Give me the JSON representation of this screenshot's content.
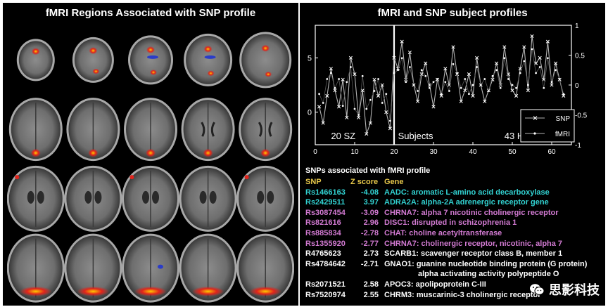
{
  "left_panel": {
    "title": "fMRI Regions Associated with SNP profile"
  },
  "right_panel": {
    "title": "fMRI and SNP subject profiles"
  },
  "colors": {
    "cyan": "#32d2d2",
    "magenta": "#d27ad2",
    "white": "#ffffff",
    "header": "#e6c74a",
    "activation_hot": "#ffcc00",
    "activation_red": "#e0231b",
    "activation_blue": "#2a3cc8"
  },
  "chart_data": {
    "type": "line",
    "x": [
      1,
      2,
      3,
      4,
      5,
      6,
      7,
      8,
      9,
      10,
      11,
      12,
      13,
      14,
      15,
      16,
      17,
      18,
      19,
      20,
      21,
      22,
      23,
      24,
      25,
      26,
      27,
      28,
      29,
      30,
      31,
      32,
      33,
      34,
      35,
      36,
      37,
      38,
      39,
      40,
      41,
      42,
      43,
      44,
      45,
      46,
      47,
      48,
      49,
      50,
      51,
      52,
      53,
      54,
      55,
      56,
      57,
      58,
      59,
      60,
      61,
      62,
      63
    ],
    "series": [
      {
        "name": "SNP",
        "axis": "left",
        "values": [
          0.5,
          -1,
          1.5,
          4,
          2,
          0.5,
          3,
          -0.5,
          5,
          3.5,
          -0.5,
          2,
          -2,
          -1,
          3,
          1.5,
          2.5,
          0,
          -1.5,
          5,
          4,
          6.5,
          3,
          5.5,
          2.5,
          1,
          3.5,
          4.5,
          2.5,
          0.5,
          3,
          1.5,
          4,
          2.5,
          6,
          3.5,
          1,
          2,
          3.5,
          1.5,
          5,
          2.5,
          1,
          2,
          3,
          4.5,
          2.5,
          6,
          3.5,
          2,
          1.5,
          4,
          6,
          2,
          7,
          4.5,
          5,
          3,
          6.5,
          2.5,
          4.5,
          3,
          1.5
        ]
      },
      {
        "name": "fMRI",
        "axis": "right",
        "values": [
          -0.15,
          -0.3,
          0.1,
          0.2,
          -0.05,
          0.1,
          -0.35,
          0.05,
          0.3,
          -0.4,
          -0.5,
          0.15,
          -0.4,
          -0.25,
          -0.1,
          0.1,
          -0.3,
          -0.15,
          -0.6,
          0.2,
          0.25,
          0.45,
          0.05,
          0.3,
          0.0,
          -0.1,
          0.25,
          0.15,
          -0.05,
          0.05,
          0.1,
          -0.15,
          0.05,
          -0.1,
          0.35,
          0.2,
          -0.05,
          0.1,
          -0.15,
          0.0,
          0.3,
          0.0,
          0.1,
          -0.1,
          0.15,
          0.25,
          -0.05,
          0.45,
          0.1,
          0.0,
          -0.05,
          0.2,
          0.4,
          0.0,
          0.6,
          0.2,
          0.3,
          -0.05,
          0.45,
          0.05,
          0.25,
          0.1,
          -0.15
        ]
      }
    ],
    "xlim": [
      0,
      65
    ],
    "ylim_left": [
      -3,
      8
    ],
    "ylim_right": [
      -1,
      1
    ],
    "xticks": [
      "0",
      "10",
      "20",
      "30",
      "40",
      "50",
      "60"
    ],
    "yticks_left": [
      "0",
      "5"
    ],
    "yticks_right": [
      "-1",
      "-0.5",
      "0",
      "0.5",
      "1"
    ],
    "divider_x": 20,
    "annotations": [
      "20 SZ",
      "Subjects",
      "43 HC"
    ],
    "legend_position": "bottom-right"
  },
  "snp_table": {
    "title": "SNPs associated with fMRI profile",
    "headers": {
      "snp": "SNP",
      "z": "Z score",
      "gene": "Gene"
    },
    "rows": [
      {
        "snp": "Rs1466163",
        "z": "-4.08",
        "gene": "AADC: aromatic L-amino acid decarboxylase",
        "color": "#32d2d2"
      },
      {
        "snp": "Rs2429511",
        "z": "3.97",
        "gene": "ADRA2A: alpha-2A adrenergic receptor gene",
        "color": "#32d2d2"
      },
      {
        "snp": "Rs3087454",
        "z": "-3.09",
        "gene": "CHRNA7: alpha 7 nicotinic cholinergic receptor",
        "color": "#d27ad2"
      },
      {
        "snp": "Rs821616",
        "z": "2.96",
        "gene": "DISC1: disrupted in schizophrenia 1",
        "color": "#d27ad2"
      },
      {
        "snp": "Rs885834",
        "z": "-2.78",
        "gene": "CHAT: choline acetyltransferase",
        "color": "#d27ad2"
      },
      {
        "snp": "Rs1355920",
        "z": "-2.77",
        "gene": "CHRNA7: cholinergic receptor, nicotinic, alpha 7",
        "color": "#d27ad2"
      },
      {
        "snp": "R4765623",
        "z": "2.73",
        "gene": "SCARB1: scavenger receptor class B, member 1",
        "color": "#ffffff"
      },
      {
        "snp": "Rs4784642",
        "z": "-2.71",
        "gene": "GNAO1: guanine nucleotide binding protein (G protein)",
        "color": "#ffffff"
      },
      {
        "snp": "",
        "z": "",
        "gene": "alpha activating activity polypeptide O",
        "color": "#ffffff",
        "continuation": true
      },
      {
        "snp": "Rs2071521",
        "z": "2.58",
        "gene": "APOC3: apolipoprotein C-III",
        "color": "#ffffff"
      },
      {
        "snp": "Rs7520974",
        "z": "2.55",
        "gene": "CHRM3: muscarinic-3 cholinergic receptor",
        "color": "#ffffff"
      }
    ]
  },
  "watermark": {
    "text": "思影科技",
    "icon": "wechat-icon"
  }
}
